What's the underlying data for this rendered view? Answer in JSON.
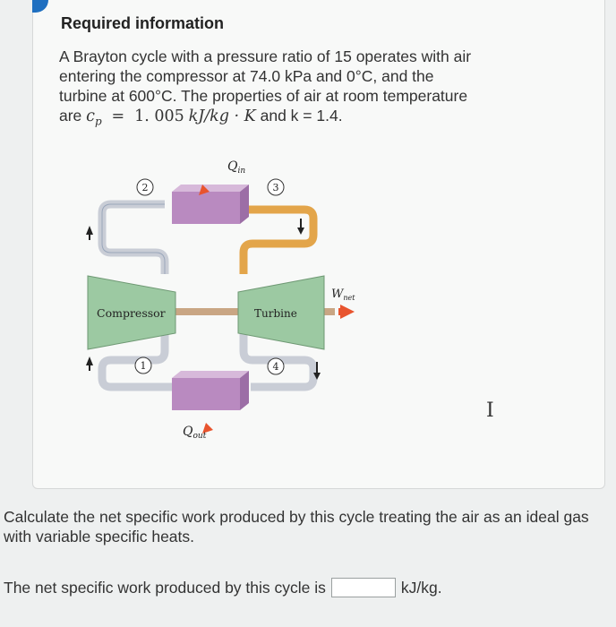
{
  "header": {
    "title": "Required information"
  },
  "problem": {
    "line1": "A Brayton cycle with a pressure ratio of 15 operates with air",
    "line2": "entering the compressor at 74.0 kPa and 0°C, and the",
    "line3": "turbine at 600°C. The properties of air at room temperature",
    "line4_prefix": "are",
    "cp_symbol": "c",
    "cp_sub": "p",
    "equals": "=",
    "cp_value": "1. 005",
    "cp_units": "kJ/kg · K",
    "line4_suffix": "and k = 1.4."
  },
  "diagram": {
    "q_in": "Q",
    "q_in_sub": "in",
    "q_out": "Q",
    "q_out_sub": "out",
    "w_net": "W",
    "w_net_sub": "net",
    "compressor_label": "Compressor",
    "turbine_label": "Turbine",
    "state1": "1",
    "state2": "2",
    "state3": "3",
    "state4": "4",
    "colors": {
      "compressor": "#9cc9a2",
      "heat_exchanger": "#b98ac0",
      "pipe_cold": "#c9cdd6",
      "pipe_hot": "#e3a54a",
      "arrow_out": "#e8542e"
    }
  },
  "question": {
    "text": "Calculate the net specific work produced by this cycle treating the air as an ideal gas with variable specific heats."
  },
  "answer": {
    "prefix": "The net specific work produced by this cycle is",
    "value": "",
    "unit": "kJ/kg."
  }
}
